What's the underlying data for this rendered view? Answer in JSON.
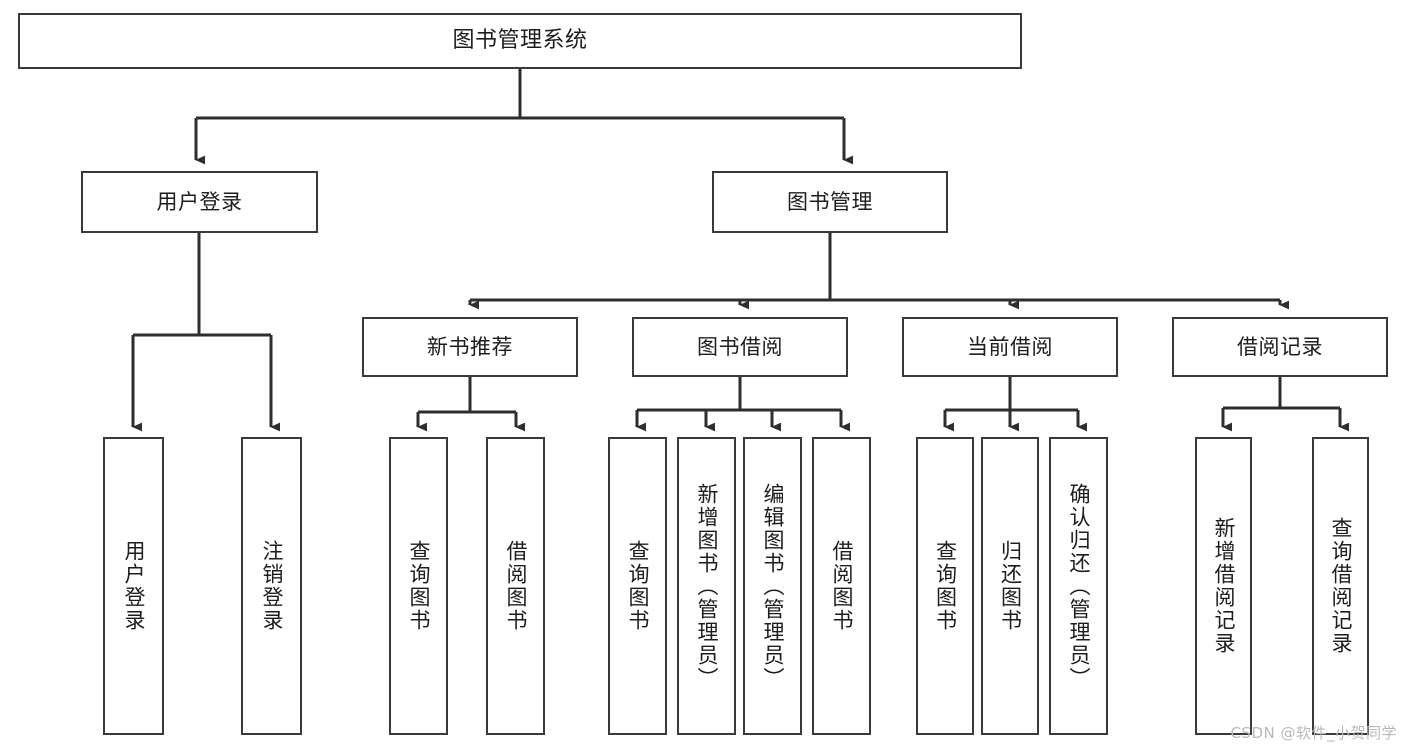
{
  "diagram": {
    "title": "图书管理系统",
    "type": "hierarchy-tree",
    "watermark": "CSDN @软件_小贺同学",
    "nodes": {
      "root": {
        "label": "图书管理系统"
      },
      "level2": [
        {
          "label": "用户登录"
        },
        {
          "label": "图书管理"
        }
      ],
      "level3": [
        {
          "label": "新书推荐"
        },
        {
          "label": "图书借阅"
        },
        {
          "label": "当前借阅"
        },
        {
          "label": "借阅记录"
        }
      ],
      "leaves": {
        "user_login": [
          {
            "label": "用户登录"
          },
          {
            "label": "注销登录"
          }
        ],
        "new_book": [
          {
            "label": "查询图书"
          },
          {
            "label": "借阅图书"
          }
        ],
        "borrow_book": [
          {
            "label": "查询图书"
          },
          {
            "label": "新增图书（管理员）"
          },
          {
            "label": "编辑图书（管理员）"
          },
          {
            "label": "借阅图书"
          }
        ],
        "current_borrow": [
          {
            "label": "查询图书"
          },
          {
            "label": "归还图书"
          },
          {
            "label": "确认归还（管理员）"
          }
        ],
        "borrow_record": [
          {
            "label": "新增借阅记录"
          },
          {
            "label": "查询借阅记录"
          }
        ]
      }
    },
    "colors": {
      "border": "#3a3a3a",
      "line": "#2e2e2e",
      "text": "#1d1d1d",
      "background": "#ffffff",
      "watermark": "#b9b9b9"
    }
  }
}
